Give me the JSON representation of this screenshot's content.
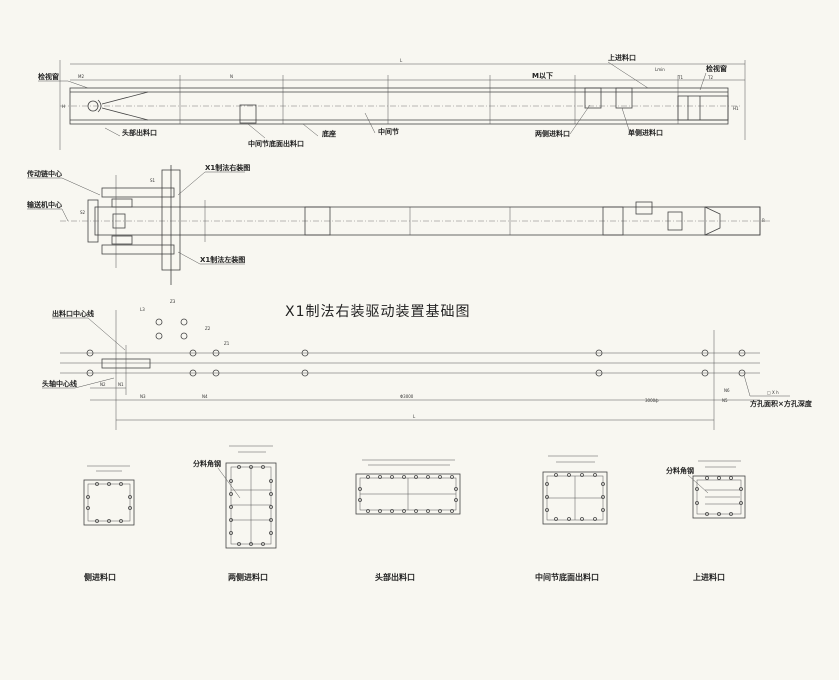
{
  "elevation_view": {
    "labels": {
      "inspection_window_left": "检视窗",
      "head_outlet": "头部出料口",
      "mid_bottom_outlet": "中间节底面出料口",
      "base": "底座",
      "middle_section": "中间节",
      "double_side_inlet": "两侧进料口",
      "single_side_inlet": "单侧进料口",
      "top_inlet": "上进料口",
      "inspection_window_right": "检视窗"
    },
    "dims": {
      "L": "L",
      "M2": "M2",
      "N": "N",
      "M_below": "M以下",
      "H": "H",
      "Lmin": "Lmin",
      "T1": "T1",
      "T2": "T2",
      "H1": "H1"
    }
  },
  "plan_view": {
    "labels": {
      "drive_chain_center": "传动链中心",
      "conveyor_center": "输送机中心",
      "right_mount": "X1制法右装图",
      "left_mount": "X1制法左装图"
    },
    "dims": {
      "S1": "S1",
      "S2": "S2",
      "B": "B"
    }
  },
  "foundation_view": {
    "title": "X1制法右装驱动装置基础图",
    "labels": {
      "outlet_centerline": "出料口中心线",
      "head_shaft_centerline": "头轴中心线",
      "hole_spec": "方孔面积×方孔深度"
    },
    "dims": {
      "N1": "N1",
      "N2": "N2",
      "N3": "N3",
      "N4": "N4",
      "N5": "N5",
      "N6": "N6",
      "Z3": "Z3",
      "Z2": "Z2",
      "Z1": "Z1",
      "L3": "L3",
      "L": "L",
      "pitch": "Φ3000",
      "pitch_n": "3000ф",
      "hole": "□ X h"
    }
  },
  "detail_views": [
    {
      "caption": "侧进料口"
    },
    {
      "caption": "两侧进料口",
      "note": "分料角钢"
    },
    {
      "caption": "头部出料口"
    },
    {
      "caption": "中间节底面出料口"
    },
    {
      "caption": "上进料口",
      "note": "分料角钢"
    }
  ]
}
